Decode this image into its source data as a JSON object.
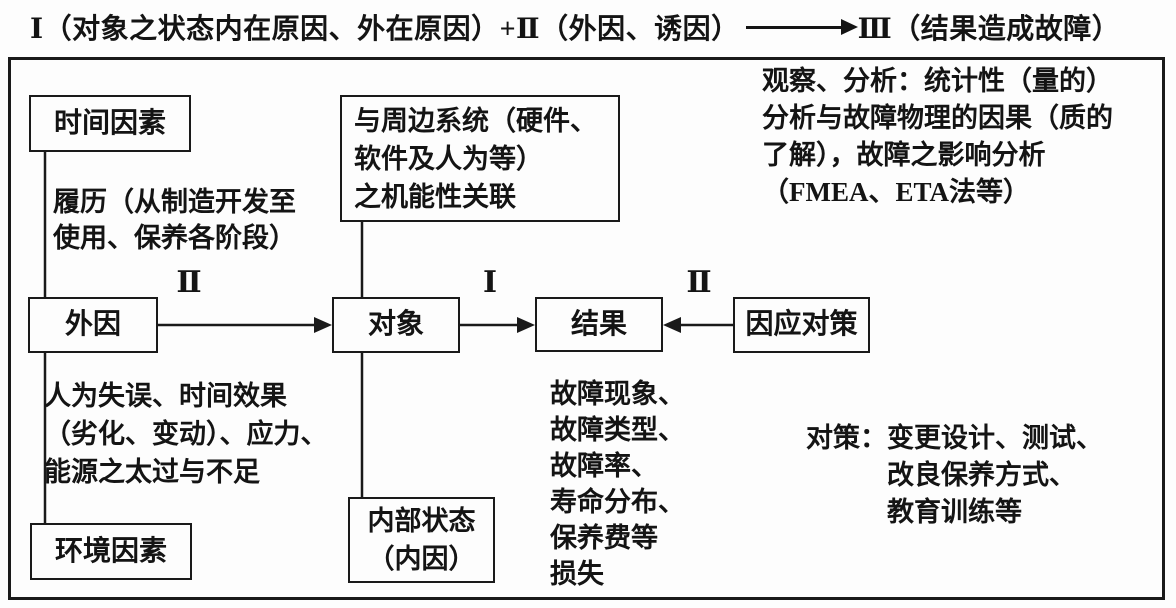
{
  "header": {
    "left_text": "Ⅰ（对象之状态内在原因、外在原因）+Ⅱ（外因、诱因）",
    "right_text": "Ⅲ（结果造成故障）",
    "arrow_icon": "right-arrow"
  },
  "diagram": {
    "boxes": {
      "time_factor": {
        "label": "时间因素"
      },
      "peripheral_system": {
        "label": "与周边系统（硬件、\n软件及人为等）\n之机能性关联"
      },
      "external_cause": {
        "label": "外因"
      },
      "object": {
        "label": "对象"
      },
      "result": {
        "label": "结果"
      },
      "countermeasure": {
        "label": "因应对策"
      },
      "environment_factor": {
        "label": "环境因素"
      },
      "internal_state": {
        "label": "内部状态\n（内因）"
      }
    },
    "edge_labels": {
      "external_to_object": "Ⅱ",
      "object_to_result": "Ⅰ",
      "countermeasure_to_result": "Ⅱ"
    },
    "notes": {
      "history": "履历（从制造开发至\n使用、保养各阶段）",
      "observe_analysis": "观察、分析：统计性（量的）\n分析与故障物理的因果（质的\n了解），故障之影响分析\n（FMEA、ETA法等）",
      "human_error": "人为失误、时间效果\n（劣化、变动）、应力、\n能源之太过与不足",
      "result_items": "故障现象、\n故障类型、\n故障率、\n寿命分布、\n保养费等\n损失",
      "countermeasure_label": "对策：",
      "countermeasure_items": "变更设计、测试、\n改良保养方式、\n教育训练等"
    },
    "colors": {
      "line": "#1a1a1a",
      "text": "#141414",
      "background": "#fdfdfd"
    }
  }
}
